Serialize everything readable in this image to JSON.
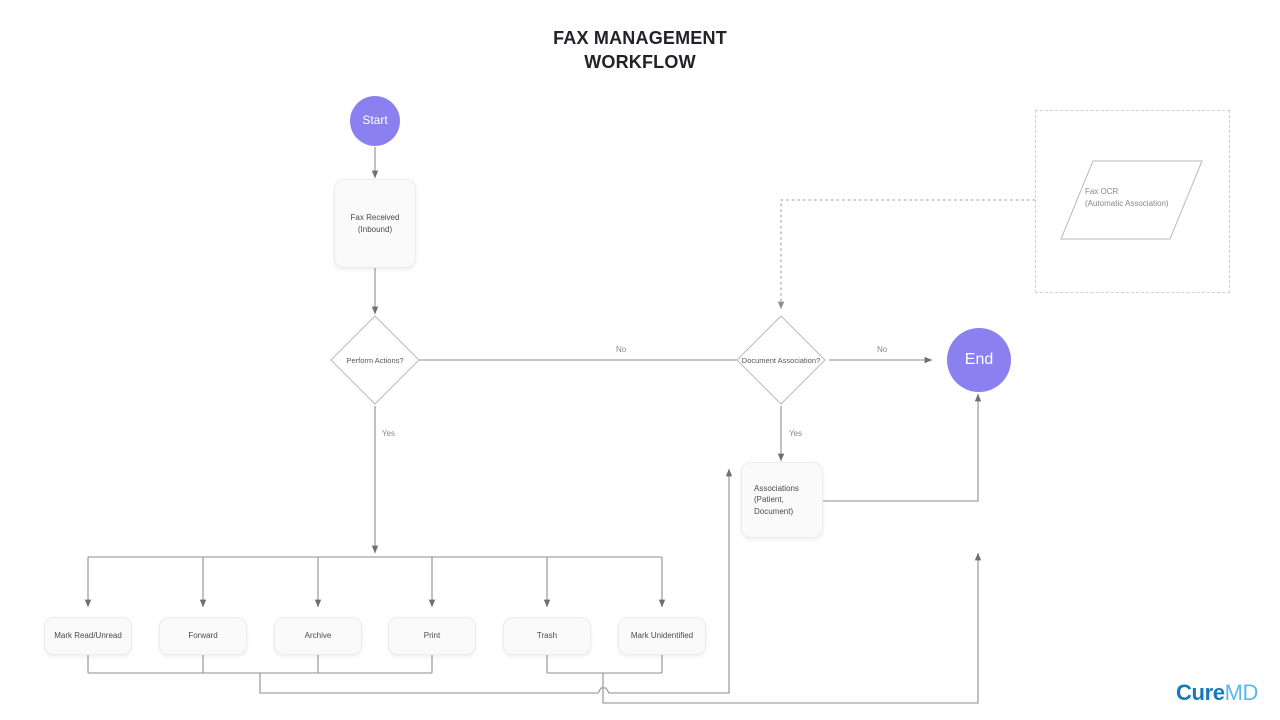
{
  "title": {
    "line1": "FAX MANAGEMENT",
    "line2": "WORKFLOW"
  },
  "colors": {
    "terminator_fill": "#8b80f0",
    "terminator_text": "#ffffff",
    "node_fill": "#fafafa",
    "node_border": "#ececec",
    "node_text": "#4a4a52",
    "line": "#8d8d95",
    "dashed_border": "#cfcfd4",
    "label_text": "#86868e",
    "title_text": "#222228",
    "logo_cure": "#1878be",
    "logo_md": "#5bb8e8"
  },
  "nodes": {
    "start": {
      "label": "Start",
      "type": "terminator"
    },
    "fax_received": {
      "line1": "Fax Received",
      "line2": "(Inbound)",
      "type": "process"
    },
    "perform_actions": {
      "label": "Perform Actions?",
      "type": "decision"
    },
    "document_association": {
      "label": "Document Association?",
      "type": "decision"
    },
    "associations": {
      "line1": "Associations",
      "line2": "(Patient, Document)",
      "type": "process"
    },
    "fax_ocr": {
      "line1": "Fax OCR",
      "line2": "(Automatic Association)",
      "type": "data-parallelogram"
    },
    "end": {
      "label": "End",
      "type": "terminator"
    }
  },
  "actions": [
    {
      "label": "Mark Read/Unread"
    },
    {
      "label": "Forward"
    },
    {
      "label": "Archive"
    },
    {
      "label": "Print"
    },
    {
      "label": "Trash"
    },
    {
      "label": "Mark Unidentified"
    }
  ],
  "edge_labels": {
    "perform_actions_no": "No",
    "perform_actions_yes": "Yes",
    "document_association_no": "No",
    "document_association_yes": "Yes"
  },
  "logo": {
    "part1": "Cure",
    "part2": "MD"
  }
}
